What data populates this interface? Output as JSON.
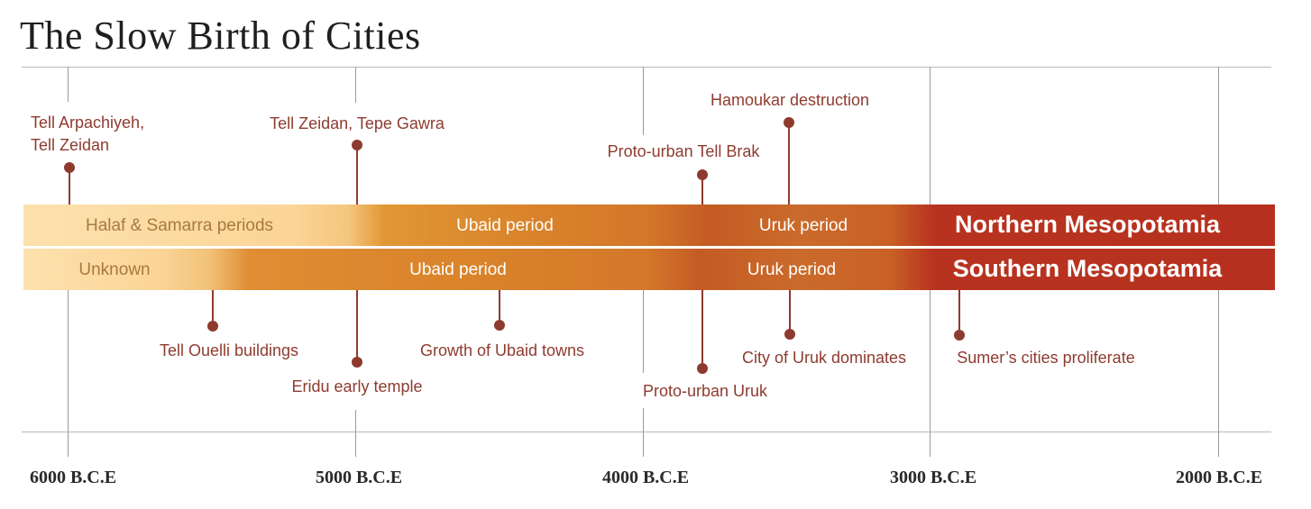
{
  "title": "The Slow Birth of Cities",
  "axis": {
    "ticks": [
      "6000 B.C.E",
      "5000 B.C.E",
      "4000 B.C.E",
      "3000 B.C.E",
      "2000 B.C.E"
    ]
  },
  "bands": {
    "northern": {
      "region": "Northern Mesopotamia",
      "periods": [
        "Halaf & Samarra periods",
        "Ubaid period",
        "Uruk period"
      ]
    },
    "southern": {
      "region": "Southern Mesopotamia",
      "periods": [
        "Unknown",
        "Ubaid period",
        "Uruk period"
      ]
    }
  },
  "events_above": [
    {
      "lines": [
        "Tell Arpachiyeh,",
        "Tell Zeidan"
      ]
    },
    {
      "lines": [
        "Tell Zeidan, Tepe Gawra"
      ]
    },
    {
      "lines": [
        "Proto-urban Tell Brak"
      ]
    },
    {
      "lines": [
        "Hamoukar destruction"
      ]
    }
  ],
  "events_below": [
    {
      "text": "Tell Ouelli buildings"
    },
    {
      "text": "Eridu early temple"
    },
    {
      "text": "Growth of Ubaid towns"
    },
    {
      "text": "Proto-urban Uruk"
    },
    {
      "text": "City of Uruk dominates"
    },
    {
      "text": "Sumer’s cities proliferate"
    }
  ],
  "colors": {
    "title": "#1f1f1f",
    "event_marker": "#8e3b2f",
    "band_light": "#fde1ad",
    "band_mid": "#d9832b",
    "band_dark": "#b7301f"
  }
}
